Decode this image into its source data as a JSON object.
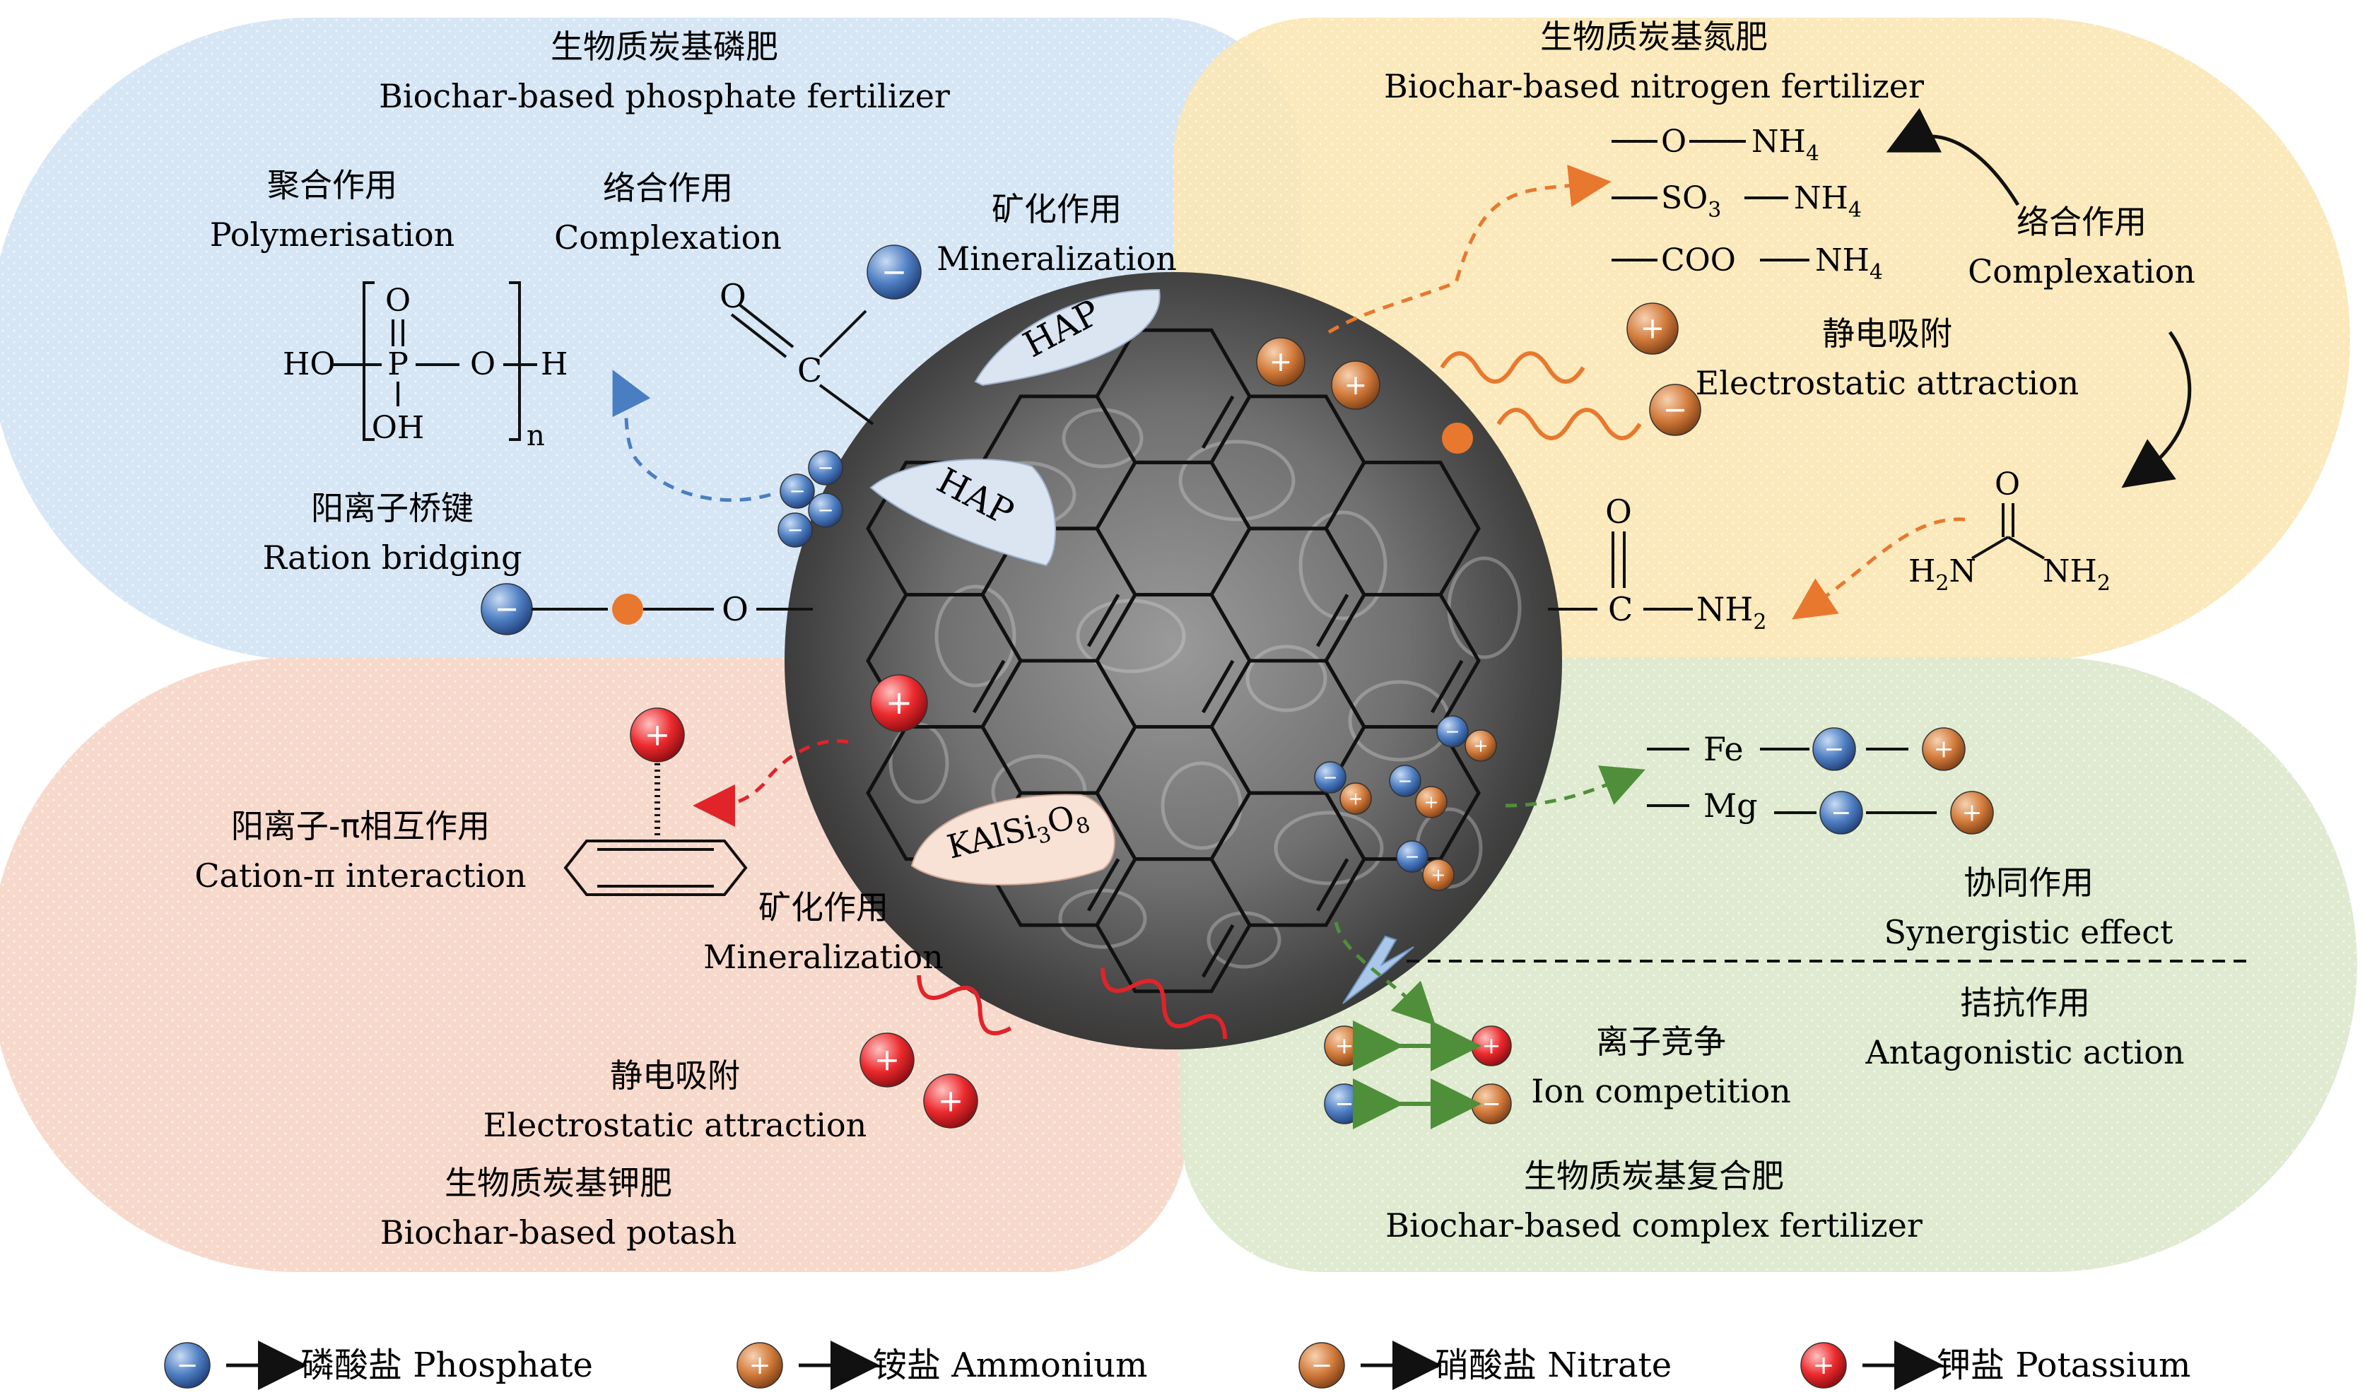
{
  "quadrants": {
    "phosphate": {
      "title_zh": "生物质炭基磷肥",
      "title_en": "Biochar-based phosphate fertilizer",
      "polymerisation_zh": "聚合作用",
      "polymerisation_en": "Polymerisation",
      "complexation_zh": "络合作用",
      "complexation_en": "Complexation",
      "mineralization_zh": "矿化作用",
      "mineralization_en": "Mineralization",
      "bridging_zh": "阳离子桥键",
      "bridging_en": "Ration bridging"
    },
    "nitrogen": {
      "title_zh": "生物质炭基氮肥",
      "title_en": "Biochar-based nitrogen fertilizer",
      "complexation_zh": "络合作用",
      "complexation_en": "Complexation",
      "electrostatic_zh": "静电吸附",
      "electrostatic_en": "Electrostatic attraction"
    },
    "potash": {
      "title_zh": "生物质炭基钾肥",
      "title_en": "Biochar-based potash",
      "cation_pi_zh": "阳离子-π相互作用",
      "cation_pi_en": "Cation-π interaction",
      "mineralization_zh": "矿化作用",
      "mineralization_en": "Mineralization",
      "electrostatic_zh": "静电吸附",
      "electrostatic_en": "Electrostatic attraction"
    },
    "complex": {
      "title_zh": "生物质炭基复合肥",
      "title_en": "Biochar-based complex fertilizer",
      "synergistic_zh": "协同作用",
      "synergistic_en": "Synergistic effect",
      "antagonistic_zh": "拮抗作用",
      "antagonistic_en": "Antagonistic action",
      "competition_zh": "离子竞争",
      "competition_en": "Ion competition"
    }
  },
  "chem": {
    "hap": "HAP",
    "kalsi": "KAlSi",
    "sub3": "3",
    "o": "O",
    "sub8": "8",
    "c": "C",
    "ho": "HO",
    "p": "P",
    "oh": "OH",
    "h": "H",
    "n": "n",
    "nh": "NH",
    "sub2": "2",
    "sub4": "4",
    "so": "SO",
    "coo": "COO",
    "fe": "Fe",
    "mg": "Mg",
    "h2n_h": "H",
    "h2n_n": "N"
  },
  "legend": [
    {
      "label": "磷酸盐 Phosphate",
      "sign": "−",
      "color": "#3f6fb5"
    },
    {
      "label": "铵盐 Ammonium",
      "sign": "+",
      "color": "#c8733a"
    },
    {
      "label": "硝酸盐 Nitrate",
      "sign": "−",
      "color": "#c8733a"
    },
    {
      "label": "钾盐 Potassium",
      "sign": "+",
      "color": "#e0242a"
    }
  ],
  "colors": {
    "phosphate_bg": "#d6e6f5",
    "nitrogen_bg": "#fbe7b5",
    "potash_bg": "#f7d9cc",
    "complex_bg": "#dde9cd",
    "phosphate_ion": "#3f6fb5",
    "ammonium_ion": "#c8733a",
    "potassium_ion": "#e0242a",
    "arrow_blue": "#4a7ec2",
    "arrow_orange": "#e8782d",
    "arrow_red": "#e0242a",
    "arrow_green": "#4f8f3a"
  }
}
